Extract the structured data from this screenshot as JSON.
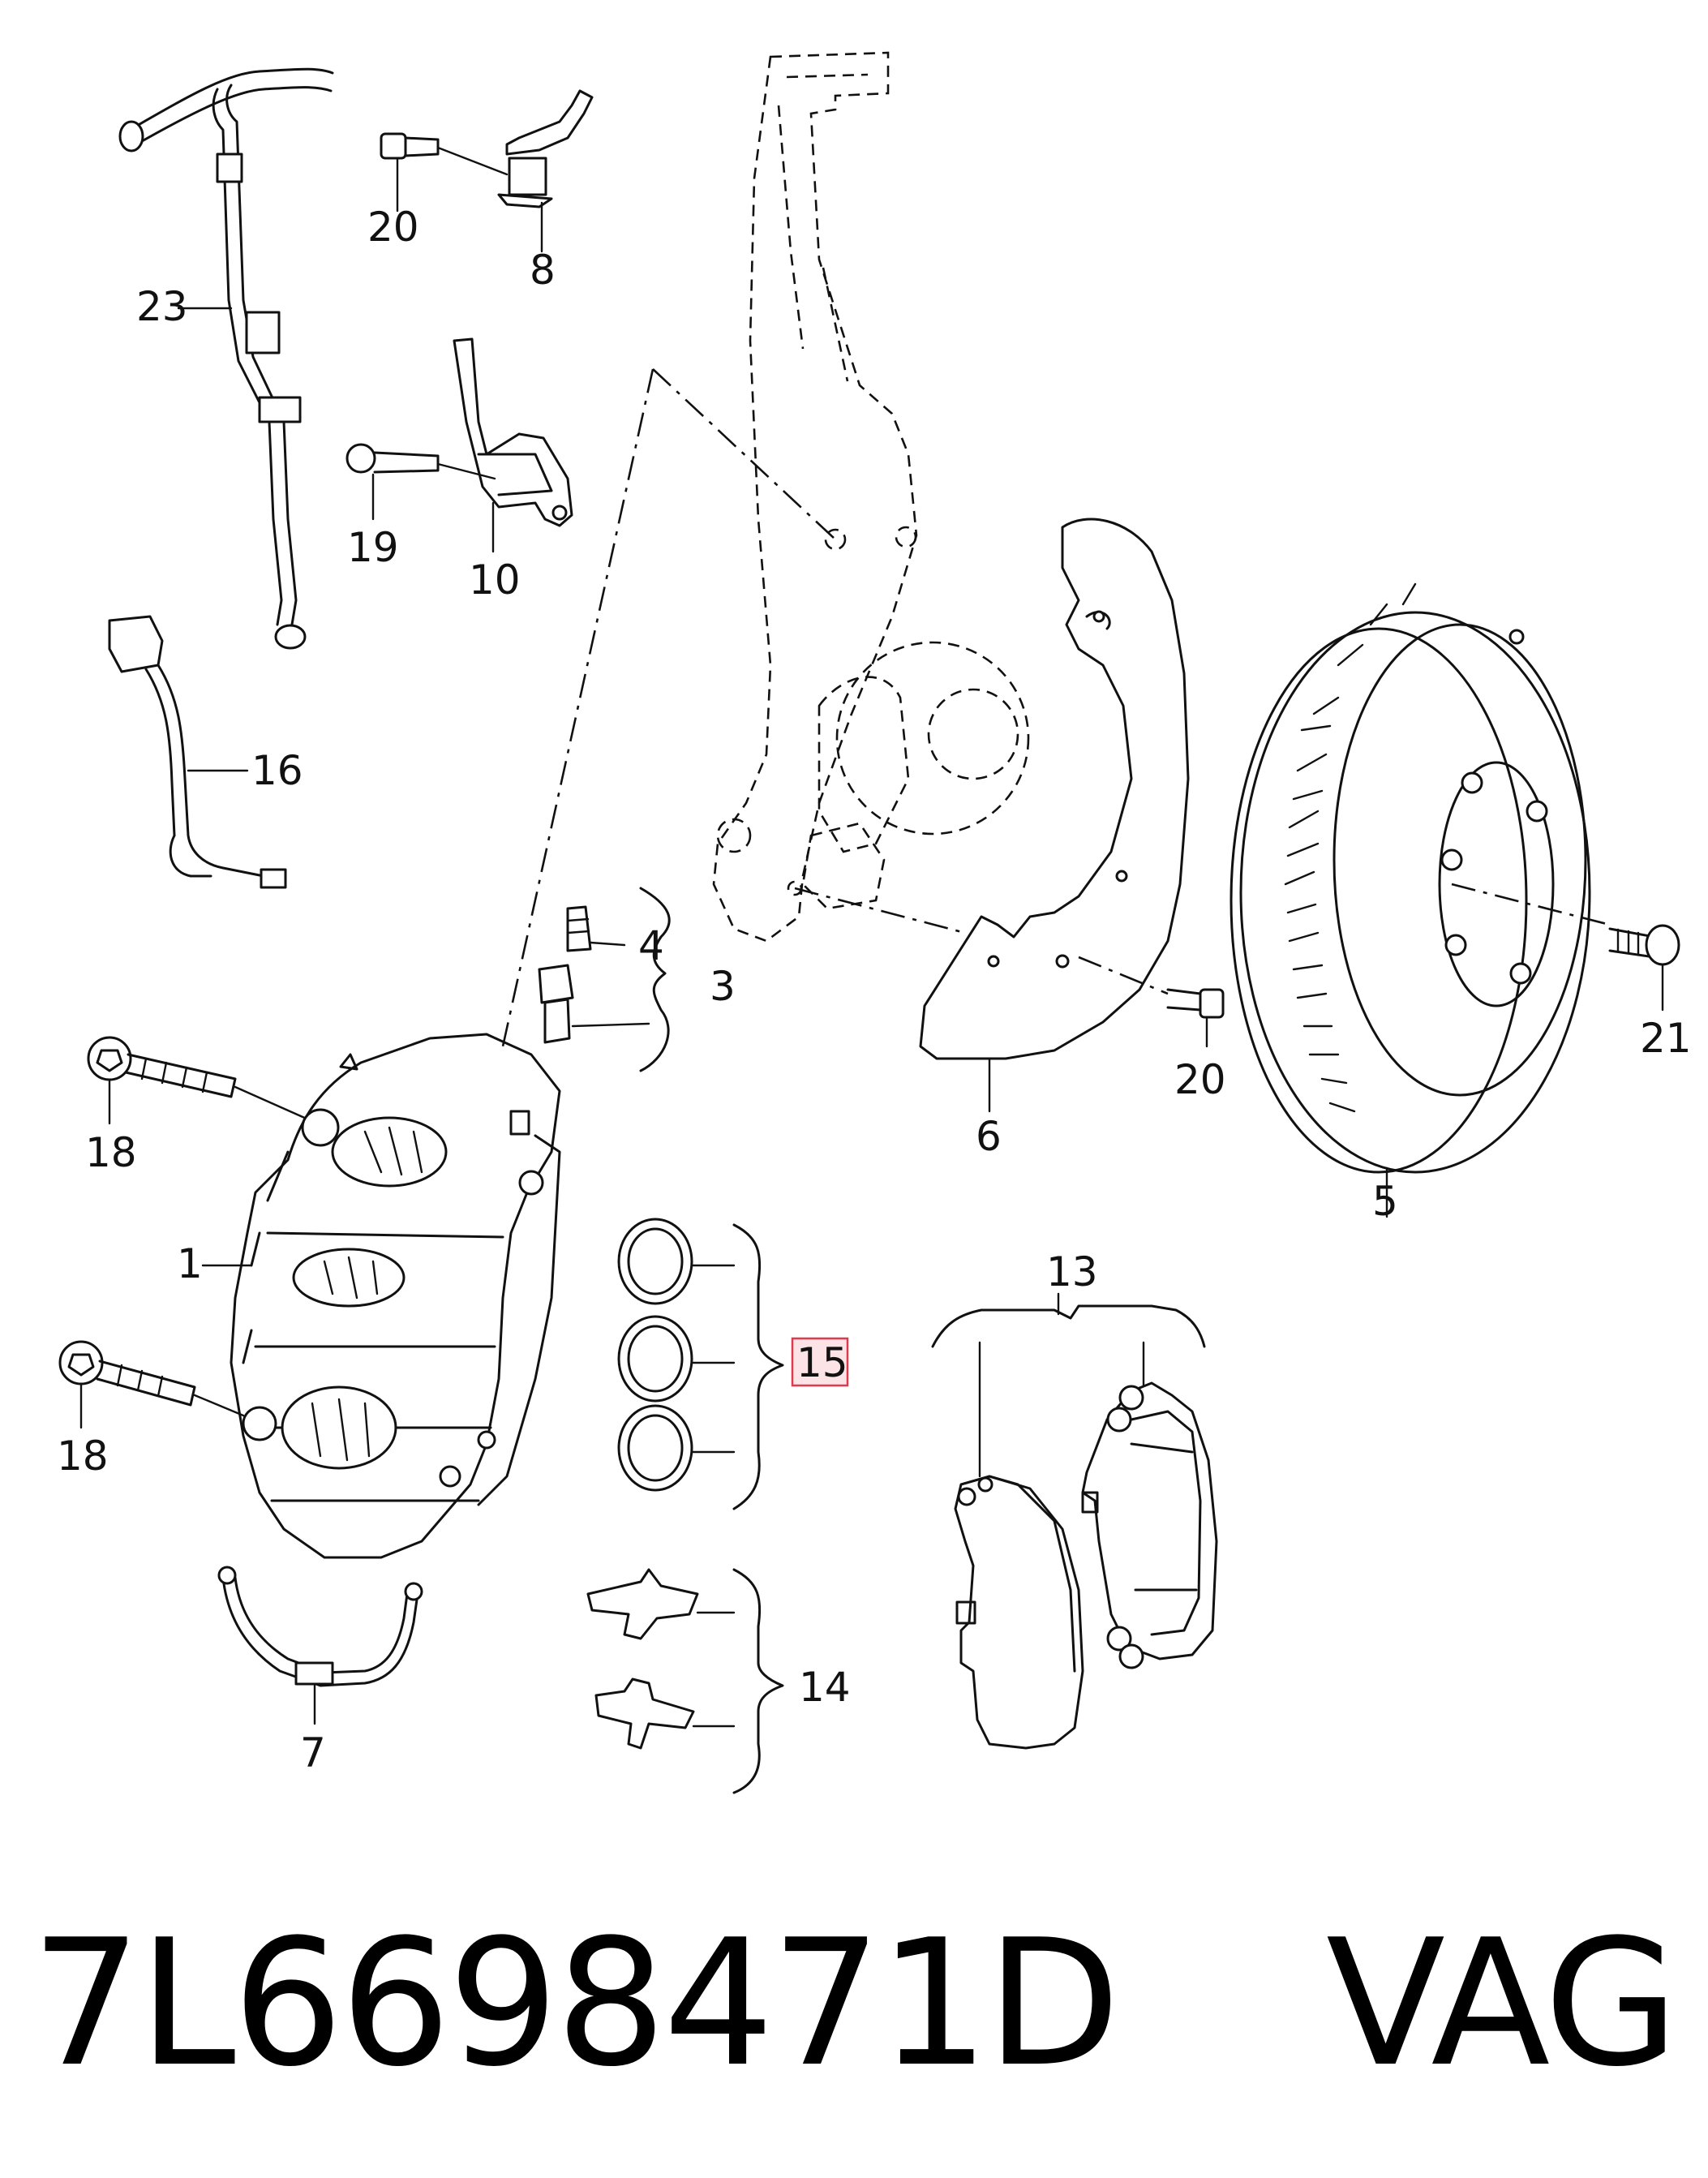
{
  "caption": {
    "part_number": "7L6698471D",
    "brand": "VAG"
  },
  "callouts": {
    "c1": "1",
    "c3": "3",
    "c4": "4",
    "c5": "5",
    "c6": "6",
    "c7": "7",
    "c8": "8",
    "c10": "10",
    "c13": "13",
    "c14": "14",
    "c15": "15",
    "c16": "16",
    "c18a": "18",
    "c18b": "18",
    "c19": "19",
    "c20a": "20",
    "c20b": "20",
    "c21": "21",
    "c23": "23"
  },
  "highlight_color": "#e03a4e"
}
